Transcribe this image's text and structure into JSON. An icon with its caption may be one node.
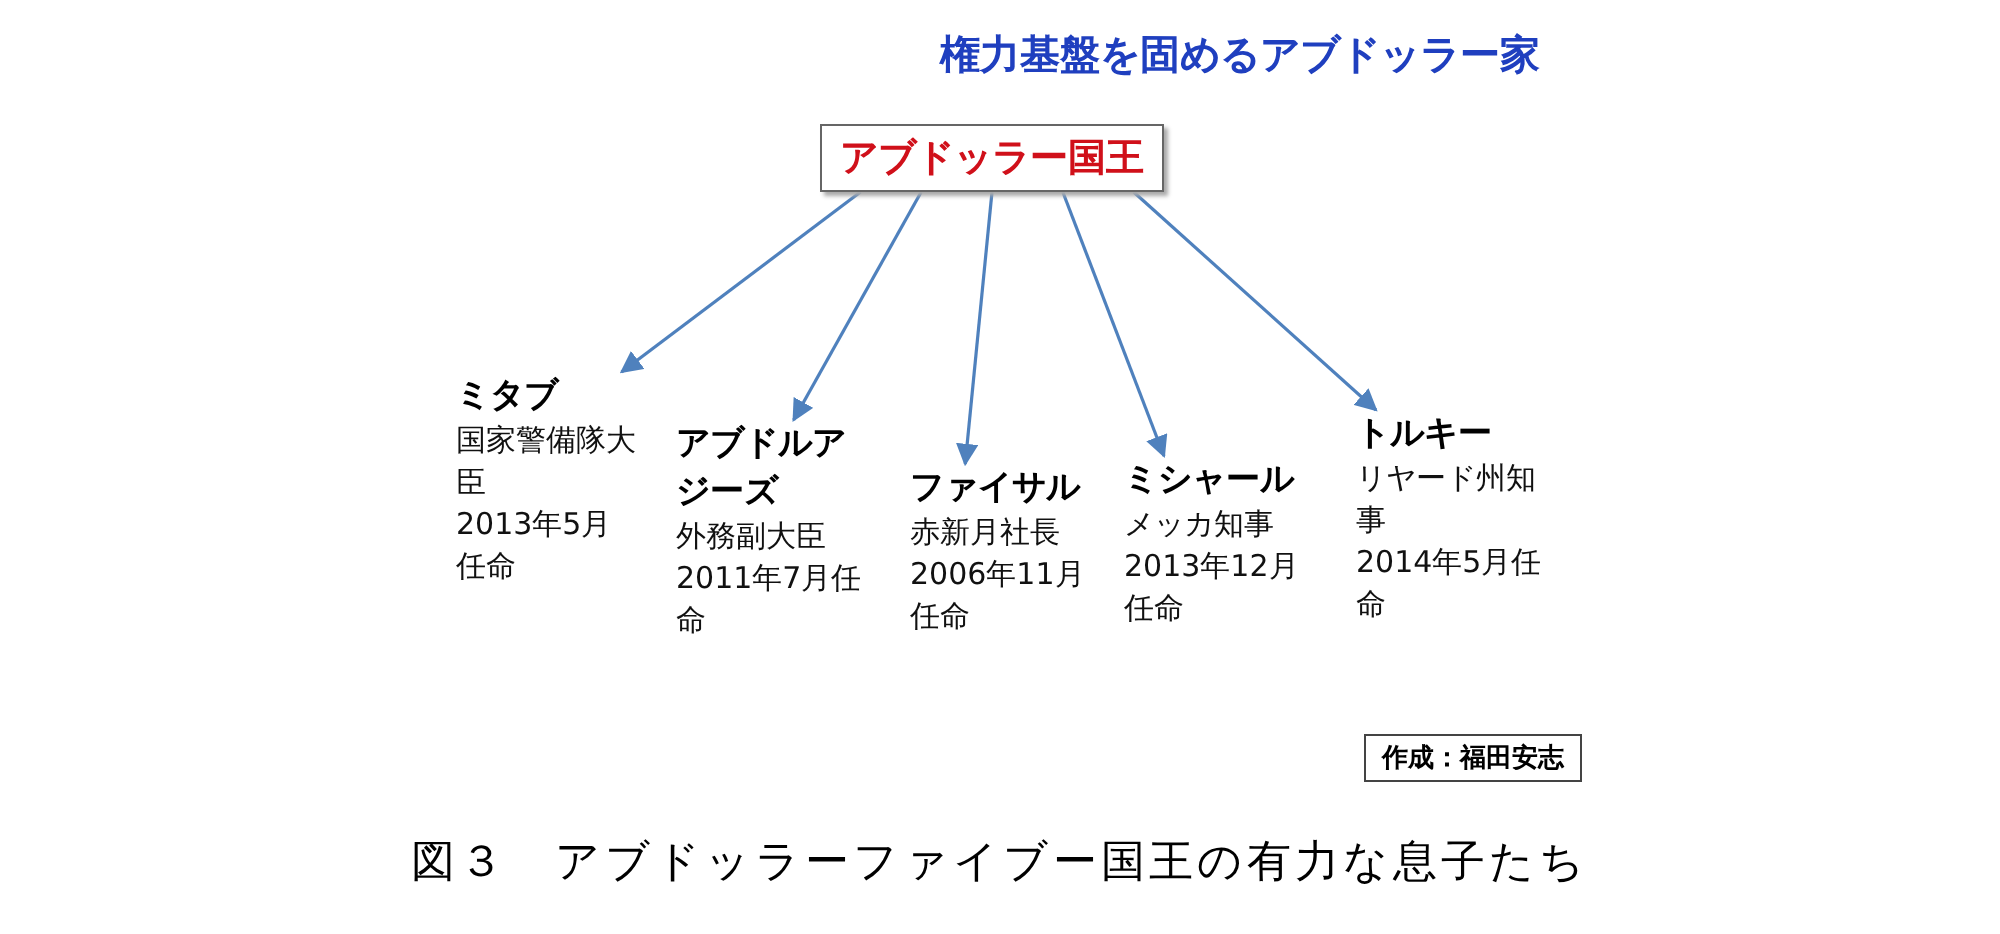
{
  "diagram": {
    "title": "権力基盤を固めるアブドッラー家",
    "caption": "図３　アブドッラーファイブー国王の有力な息子たち",
    "nodes": [
      {
        "text": [
          "アブドッラー国王"
        ]
      },
      {
        "text": [
          "ミタブ",
          "国家警備隊大臣",
          "2013年5月任命"
        ]
      },
      {
        "text": [
          "アブドルアジーズ",
          "外務副大臣",
          "2011年7月任命"
        ]
      },
      {
        "text": [
          "ファイサル",
          "赤新月社長",
          "2006年11月任命"
        ]
      },
      {
        "text": [
          "ミシャール",
          "メッカ知事",
          "2013年12月任命"
        ]
      },
      {
        "text": [
          "トルキー",
          "リヤード州知事",
          "2014年5月任命"
        ]
      }
    ],
    "edges": [
      {
        "from": 0,
        "to": 1,
        "arrow": "to"
      },
      {
        "from": 0,
        "to": 2,
        "arrow": "to"
      },
      {
        "from": 0,
        "to": 3,
        "arrow": "to"
      },
      {
        "from": 0,
        "to": 4,
        "arrow": "to"
      },
      {
        "from": 0,
        "to": 5,
        "arrow": "to"
      }
    ],
    "labels": [
      "作成：福田安志"
    ]
  }
}
